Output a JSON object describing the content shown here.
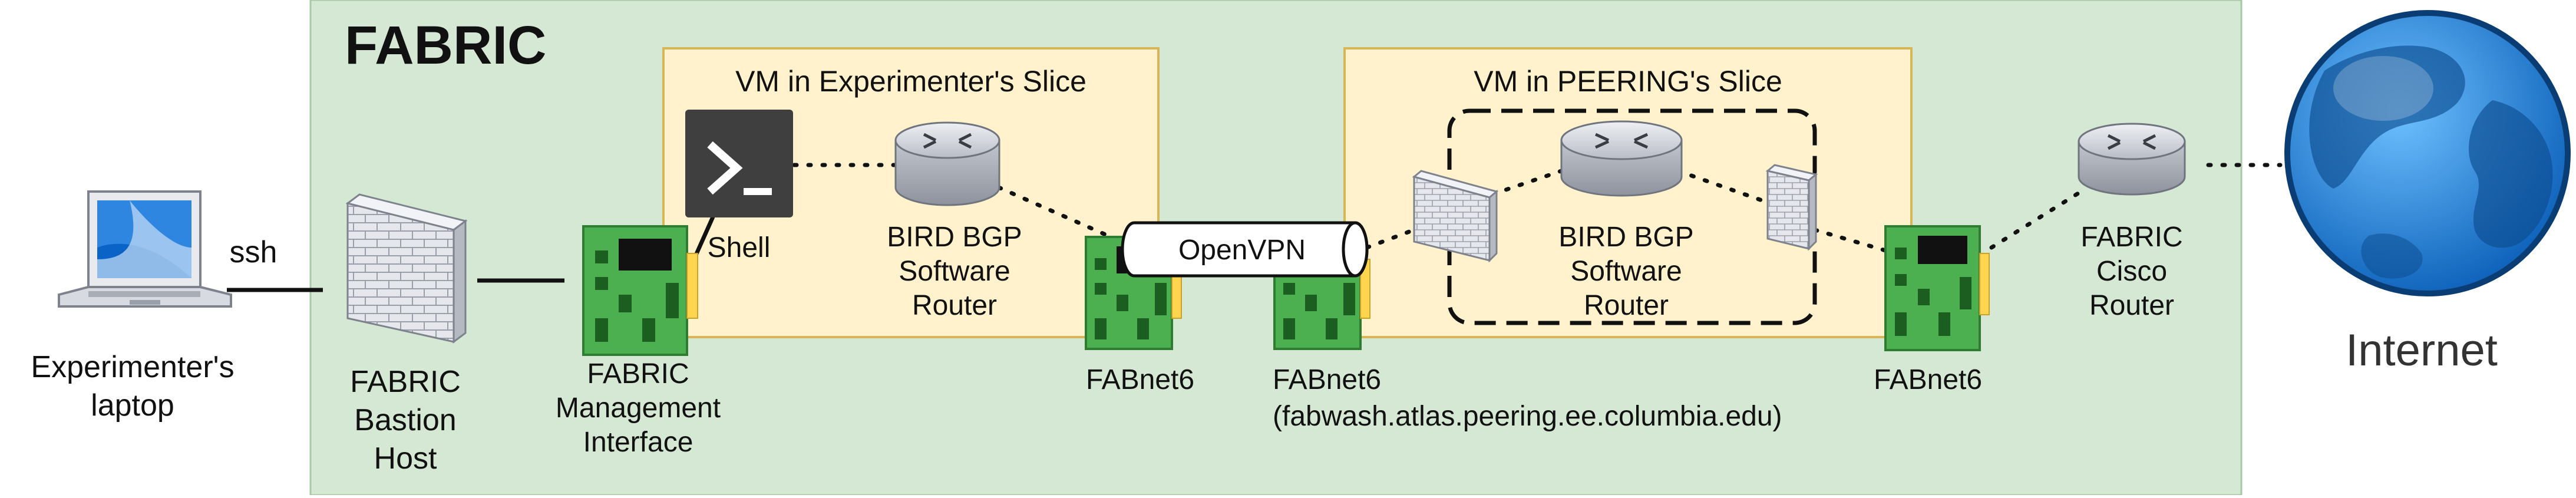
{
  "diagram": {
    "fabric_title": "FABRIC",
    "experimenter_slice_title": "VM in Experimenter's Slice",
    "peering_slice_title": "VM in PEERING's Slice",
    "laptop_label": [
      "Experimenter's",
      "laptop"
    ],
    "ssh_label": "ssh",
    "bastion_label": [
      "FABRIC",
      "Bastion",
      "Host"
    ],
    "mgmt_label": [
      "FABRIC",
      "Management",
      "Interface"
    ],
    "shell_label": "Shell",
    "bird1_label": [
      "BIRD BGP",
      "Software",
      "Router"
    ],
    "bird2_label": [
      "BIRD BGP",
      "Software",
      "Router"
    ],
    "openvpn_label": "OpenVPN",
    "fabnet_left_label": "FABnet6",
    "fabnet_mid_label": "FABnet6",
    "fabnet_mid_sub": "(fabwash.atlas.peering.ee.columbia.edu)",
    "fabnet_right_label": "FABnet6",
    "cisco_label": [
      "FABRIC",
      "Cisco",
      "Router"
    ],
    "internet_label": "Internet"
  },
  "colors": {
    "fabric_bg": "#d5e8d4",
    "slice_bg": "#fff2cc",
    "slice_border": "#d6b656",
    "nic_green": "#4caf50",
    "globe_blue": "#1e88e5"
  }
}
